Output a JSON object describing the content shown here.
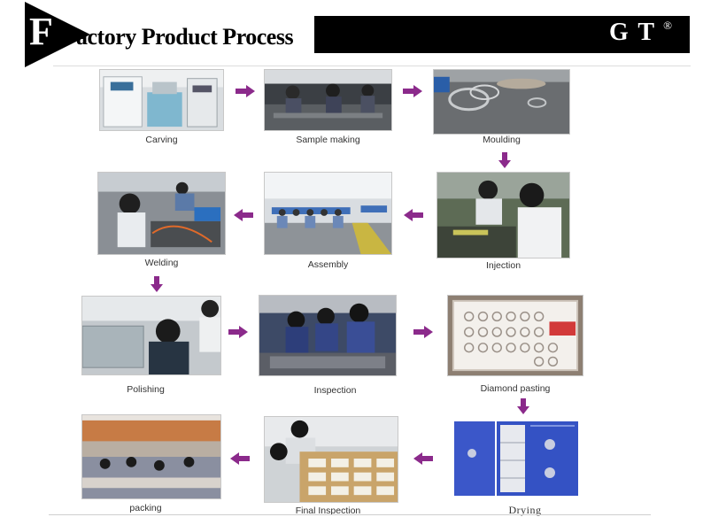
{
  "header": {
    "initial": "F",
    "title_rest": "actory Product Process",
    "brand": "G T",
    "brand_mark": "®"
  },
  "steps": [
    {
      "label": "Carving"
    },
    {
      "label": "Sample making"
    },
    {
      "label": "Moulding"
    },
    {
      "label": "Injection"
    },
    {
      "label": "Assembly"
    },
    {
      "label": "Welding"
    },
    {
      "label": "Polishing"
    },
    {
      "label": "Inspection"
    },
    {
      "label": "Diamond pasting"
    },
    {
      "label": "Drying"
    },
    {
      "label": "Final Inspection"
    },
    {
      "label": "packing"
    }
  ],
  "colors": {
    "arrow": "#8b2a8b",
    "header": "#000000"
  },
  "icons": {
    "arrow_right": "arrow-right-icon",
    "arrow_left": "arrow-left-icon",
    "arrow_down": "arrow-down-icon"
  }
}
